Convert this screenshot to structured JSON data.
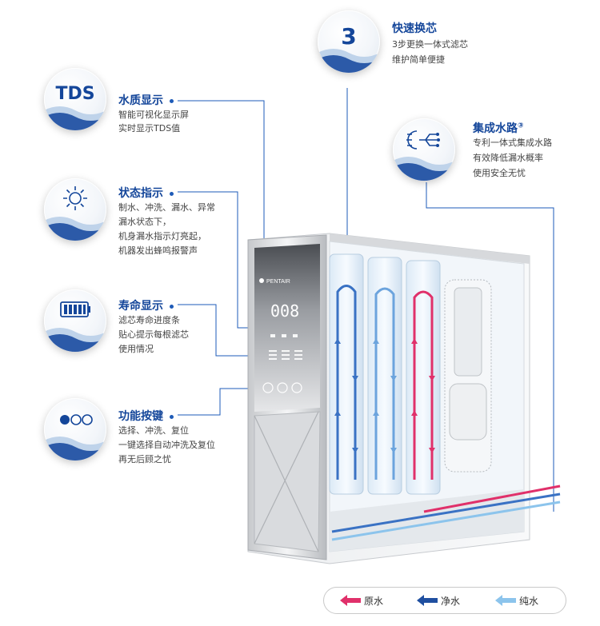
{
  "features": {
    "tds": {
      "badge": "TDS",
      "title": "水质显示",
      "lines": [
        "智能可视化显示屏",
        "实时显示TDS值"
      ]
    },
    "status": {
      "title": "状态指示",
      "lines": [
        "制水、冲洗、漏水、异常",
        "漏水状态下，",
        "机身漏水指示灯亮起，",
        "机器发出蜂鸣报警声"
      ]
    },
    "life": {
      "title": "寿命显示",
      "lines": [
        "滤芯寿命进度条",
        "贴心提示每根滤芯",
        "使用情况"
      ]
    },
    "buttons": {
      "title": "功能按键",
      "lines": [
        "选择、冲洗、复位",
        "一键选择自动冲洗及复位",
        "再无后顾之忧"
      ]
    },
    "replace": {
      "badge": "3",
      "title": "快速换芯",
      "lines": [
        "3步更换一体式滤芯",
        "维护简单便捷"
      ]
    },
    "waterway": {
      "title": "集成水路",
      "superscript": "③",
      "lines": [
        "专利一体式集成水路",
        "有效降低漏水概率",
        "使用安全无忧"
      ]
    }
  },
  "device": {
    "brand": "PENTAIR",
    "display": "008"
  },
  "legend": {
    "raw": "原水",
    "clean": "净水",
    "pure": "纯水"
  },
  "colors": {
    "accent": "#14469a",
    "raw_water": "#e0306a",
    "clean_water": "#1f4fa0",
    "pure_water": "#8cc4ec"
  }
}
